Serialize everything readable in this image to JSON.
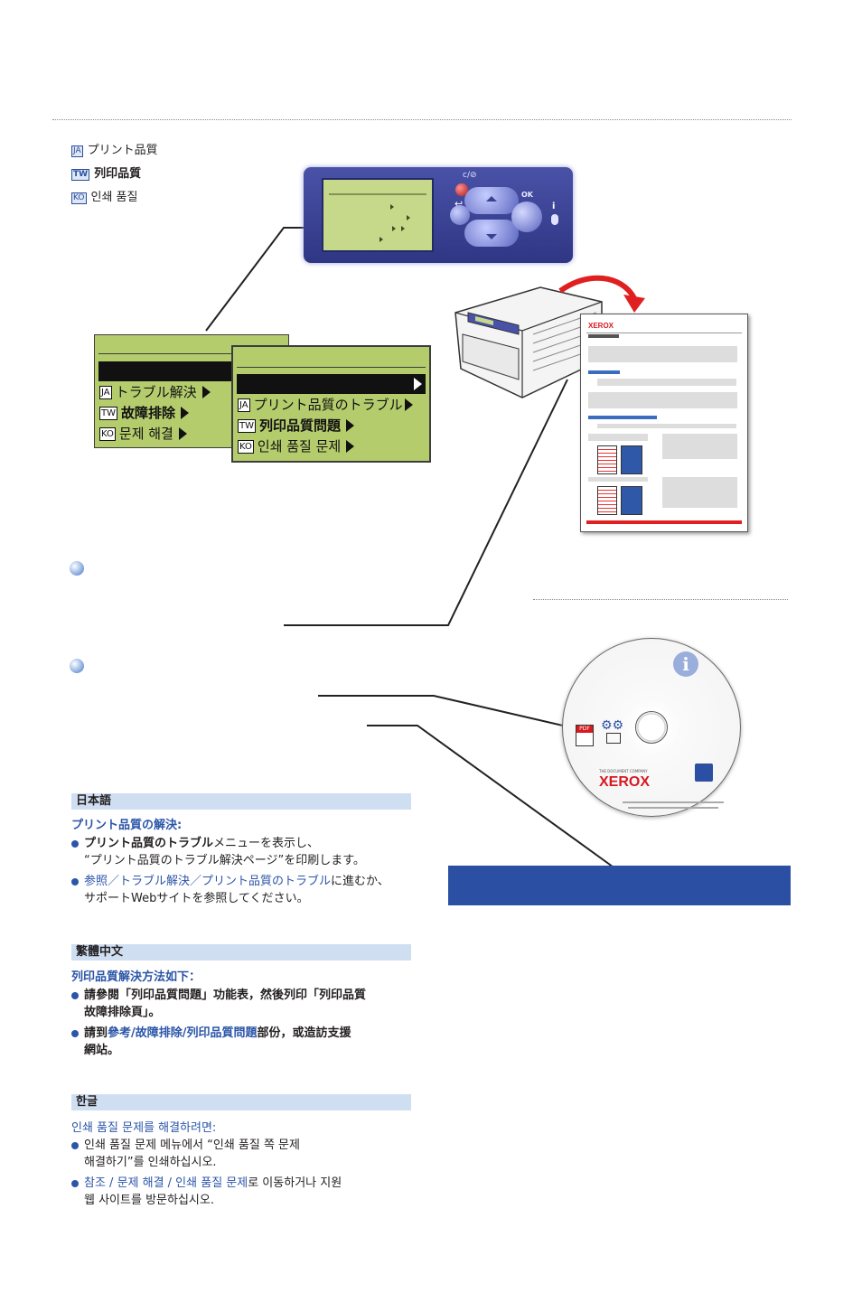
{
  "languages": {
    "ja": {
      "tag": "JA",
      "label": "プリント品質"
    },
    "tw": {
      "tag": "TW",
      "label": "列印品質"
    },
    "ko": {
      "tag": "KO",
      "label": "인쇄 품질"
    }
  },
  "control_panel": {
    "ok_label": "OK"
  },
  "lcd_menu_1": {
    "items": [
      {
        "tag": "JA",
        "label": "トラブル解決"
      },
      {
        "tag": "TW",
        "label": "故障排除"
      },
      {
        "tag": "KO",
        "label": "문제 해결"
      }
    ]
  },
  "lcd_menu_2": {
    "items": [
      {
        "tag": "JA",
        "label": "プリント品質のトラブル"
      },
      {
        "tag": "TW",
        "label": "列印品質問題"
      },
      {
        "tag": "KO",
        "label": "인쇄 품질 문제"
      }
    ]
  },
  "document": {
    "brand": "XEROX"
  },
  "cd": {
    "tagline": "THE DOCUMENT COMPANY",
    "brand": "XEROX",
    "pdf_label": "PDF"
  },
  "sections": {
    "ja": {
      "heading": "日本語",
      "subheading": "プリント品質の解決:",
      "b1_bold": "プリント品質のトラブル",
      "b1_rest": "メニューを表示し、",
      "b1_line2": "“プリント品質のトラブル解決ページ”を印刷します。",
      "b2_blue": "参照／トラブル解決／プリント品質のトラブル",
      "b2_rest": "に進むか、",
      "b2_line2": "サポートWebサイトを参照してください。"
    },
    "tw": {
      "heading": "繁體中文",
      "subheading": "列印品質解決方法如下：",
      "b1_line1": "請參閱「列印品質問題」功能表，然後列印「列印品質",
      "b1_line2": "故障排除頁」。",
      "b2_pre": "請到",
      "b2_blue": "參考/故障排除/列印品質問題",
      "b2_rest": "部份，或造訪支援",
      "b2_line2": "網站。"
    },
    "ko": {
      "heading": "한글",
      "subheading": "인쇄 품질 문제를 해결하려면:",
      "b1_line1": "인쇄 품질 문제 메뉴에서 “인쇄 품질 쪽 문제",
      "b1_line2": "해결하기”를 인쇄하십시오.",
      "b2_blue": "참조 / 문제 해결 / 인쇄 품질 문제",
      "b2_rest": "로 이동하거나 지원",
      "b2_line2": "웹 사이트를 방문하십시오."
    }
  },
  "colors": {
    "accent": "#2b55a8",
    "lcd": "#b5cc6d",
    "panel": "#3a4198",
    "arrow": "#e02020"
  }
}
